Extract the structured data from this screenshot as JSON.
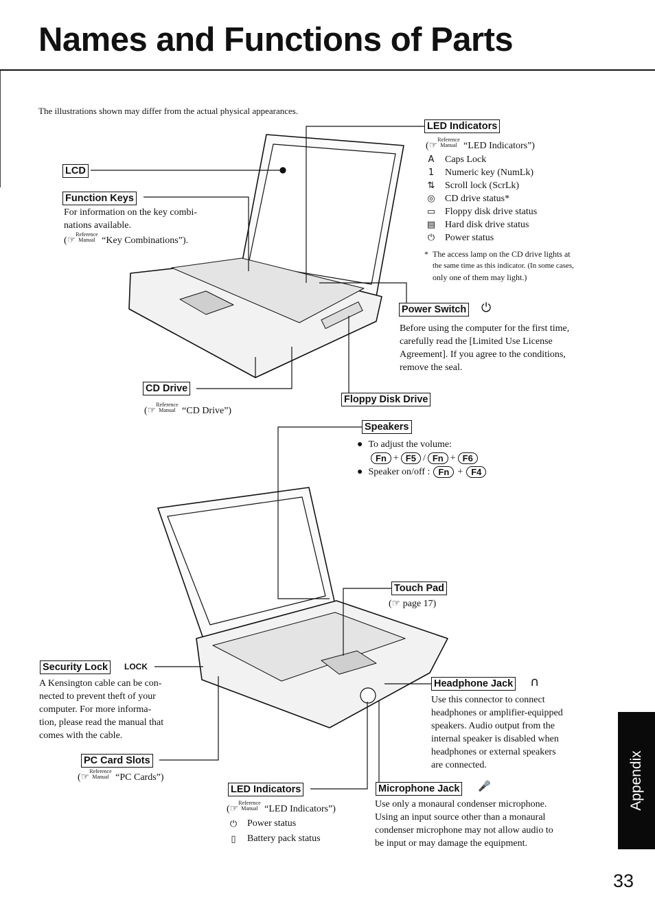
{
  "title": "Names and Functions of Parts",
  "disclaimer": "The illustrations shown may differ from the actual physical appearances.",
  "ref_word": "Reference",
  "manual_word": "Manual",
  "callouts": {
    "lcd": {
      "label": "LCD"
    },
    "function_keys": {
      "label": "Function Keys",
      "line1": "For information on the key combi-",
      "line2": "nations available.",
      "ref": "“Key Combinations”)."
    },
    "led_top": {
      "label": "LED Indicators",
      "ref": "“LED Indicators”)",
      "items": [
        {
          "icon": "A",
          "text": "Caps Lock"
        },
        {
          "icon": "1",
          "text": "Numeric key (NumLk)"
        },
        {
          "icon": "⇅",
          "text": "Scroll lock (ScrLk)"
        },
        {
          "icon": "◎",
          "text": "CD drive status*"
        },
        {
          "icon": "▭",
          "text": "Floppy disk drive status"
        },
        {
          "icon": "▤",
          "text": "Hard disk drive status"
        },
        {
          "icon": "⏻",
          "text": "Power status"
        }
      ],
      "note_star": "*",
      "note1": "The access lamp on the CD drive lights at",
      "note2": "the same time as this indicator. (In some cases,",
      "note3": "only one of them may light.)"
    },
    "power_switch": {
      "label": "Power Switch",
      "icon": "⏻",
      "line1": "Before using the computer for the first time,",
      "line2": "carefully read the [Limited Use License",
      "line3": "Agreement]. If you agree to the conditions,",
      "line4": "remove the seal."
    },
    "cd_drive": {
      "label": "CD Drive",
      "ref": "“CD Drive”)"
    },
    "floppy": {
      "label": "Floppy Disk Drive"
    },
    "speakers": {
      "label": "Speakers",
      "bullet1": "To adjust the volume:",
      "bullet2": "Speaker on/off :",
      "key_fn": "Fn",
      "key_f5": "F5",
      "key_f6": "F6",
      "key_f4": "F4",
      "plus": "+",
      "slash": "/"
    },
    "touch_pad": {
      "label": "Touch Pad",
      "ref": "page 17)"
    },
    "security_lock": {
      "label": "Security Lock",
      "tag": "LOCK",
      "line1": "A Kensington cable can be con-",
      "line2": "nected to prevent theft of your",
      "line3": "computer. For more informa-",
      "line4": "tion, please read the manual that",
      "line5": "comes with the cable."
    },
    "headphone_jack": {
      "label": "Headphone Jack",
      "icon": "∩",
      "line1": "Use this connector to connect",
      "line2": "headphones or amplifier-equipped",
      "line3": "speakers. Audio output from the",
      "line4": "internal speaker is disabled when",
      "line5": "headphones or external speakers",
      "line6": "are connected."
    },
    "pc_card": {
      "label": "PC Card Slots",
      "ref": "“PC Cards”)"
    },
    "led_bottom": {
      "label": "LED Indicators",
      "ref": "“LED Indicators”)",
      "items": [
        {
          "icon": "⏻",
          "text": "Power status"
        },
        {
          "icon": "▯",
          "text": "Battery pack status"
        }
      ]
    },
    "microphone_jack": {
      "label": "Microphone Jack",
      "icon": "🎤",
      "line1": "Use only a monaural condenser microphone.",
      "line2": "Using an input source other than a monaural",
      "line3": "condenser microphone may not allow audio to",
      "line4": "be input or may damage the equipment."
    }
  },
  "side_tab": "Appendix",
  "page_number": "33"
}
